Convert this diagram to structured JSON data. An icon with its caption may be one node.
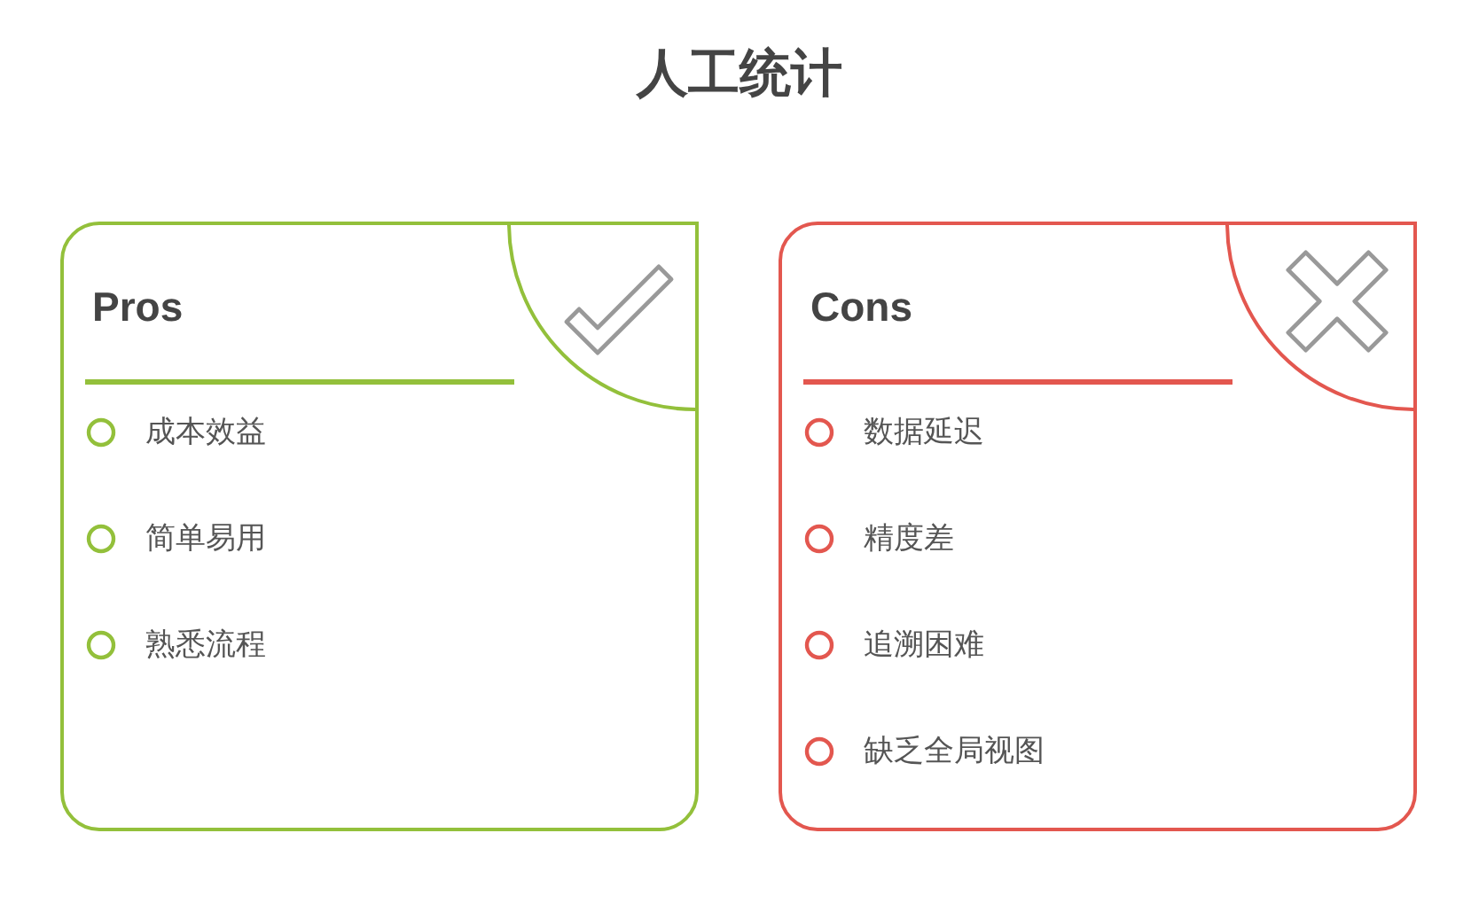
{
  "diagram": {
    "title": "人工统计",
    "nodes": [
      {
        "text": [
          "Pros",
          "成本效益",
          "简单易用",
          "熟悉流程"
        ]
      },
      {
        "text": [
          "Cons",
          "数据延迟",
          "精度差",
          "追溯困难",
          "缺乏全局视图"
        ]
      }
    ]
  }
}
